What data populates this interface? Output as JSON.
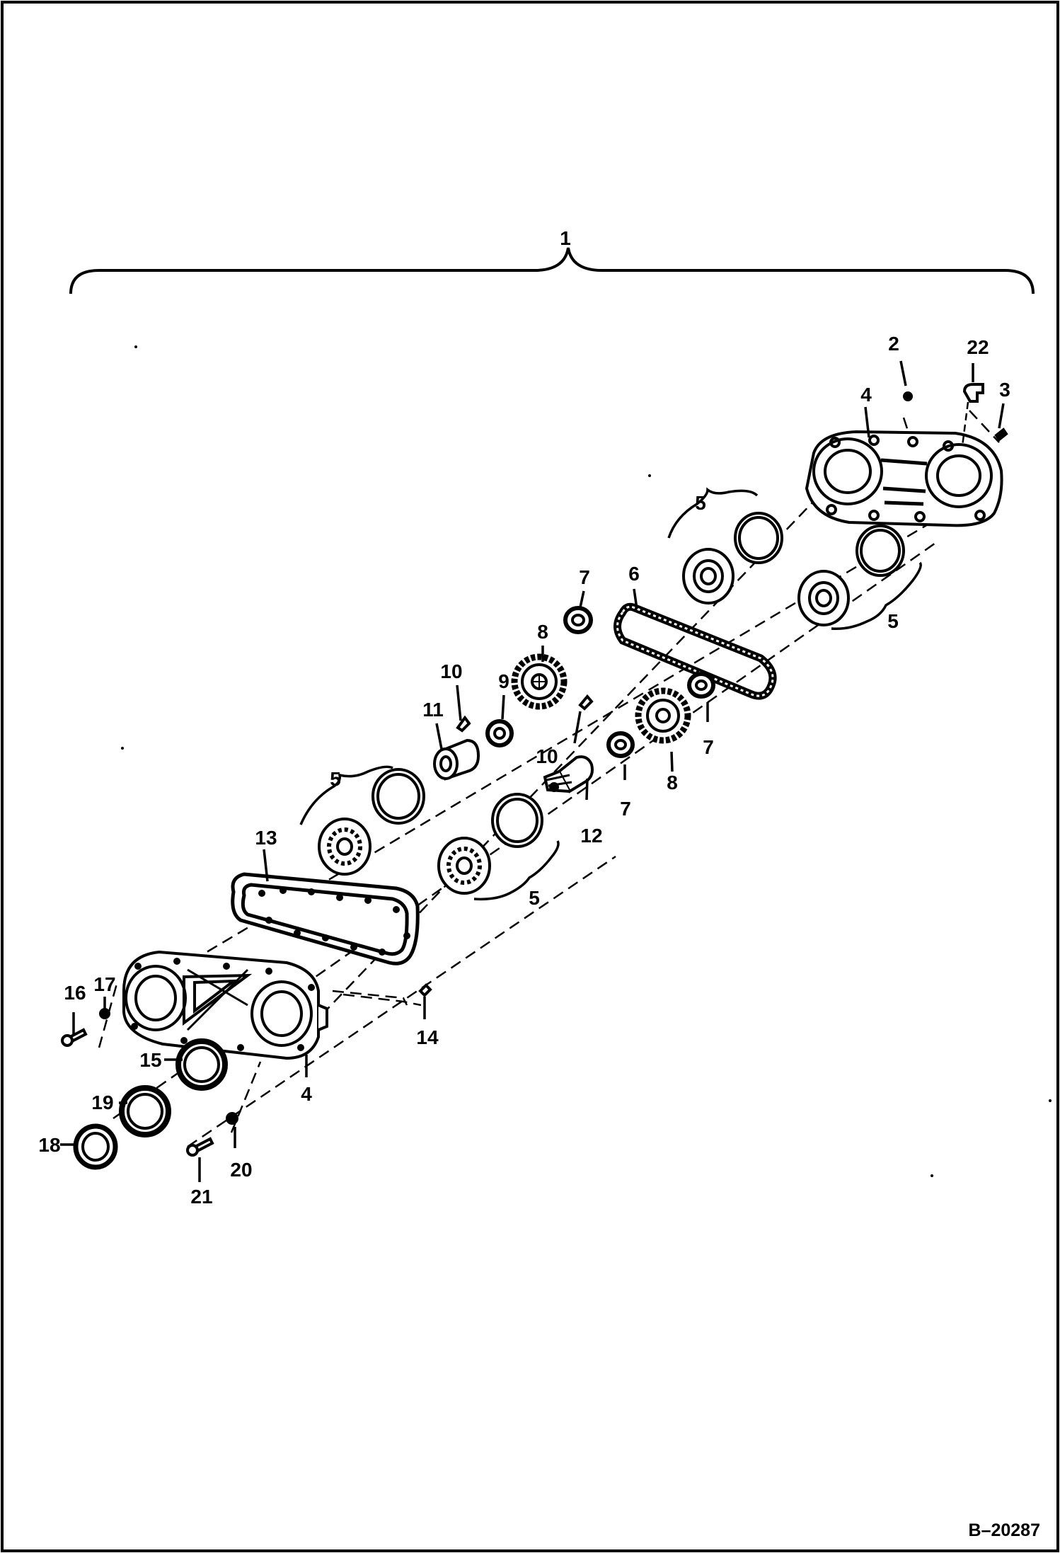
{
  "figure_ref": "B–20287",
  "callouts": {
    "c1": "1",
    "c2": "2",
    "c3": "3",
    "c4a": "4",
    "c4b": "4",
    "c5a": "5",
    "c5b": "5",
    "c5c": "5",
    "c5d": "5",
    "c6": "6",
    "c7a": "7",
    "c7b": "7",
    "c7c": "7",
    "c8a": "8",
    "c8b": "8",
    "c9": "9",
    "c10a": "10",
    "c10b": "10",
    "c11": "11",
    "c12": "12",
    "c13": "13",
    "c14": "14",
    "c15": "15",
    "c16": "16",
    "c17": "17",
    "c18": "18",
    "c19": "19",
    "c20": "20",
    "c21": "21",
    "c22": "22"
  }
}
